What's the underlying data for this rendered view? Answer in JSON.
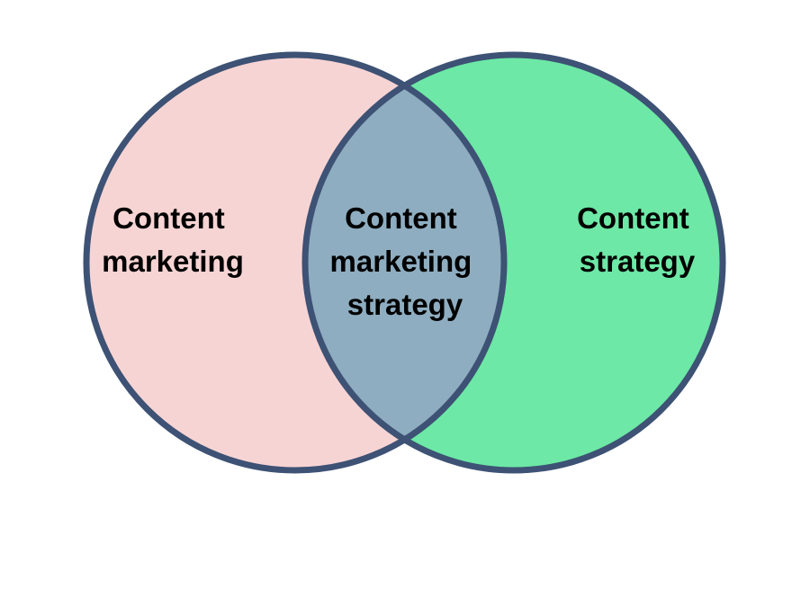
{
  "diagram": {
    "type": "venn",
    "colors": {
      "left_fill": "#f7d4d4",
      "right_fill": "#6de8a6",
      "overlap_fill": "#8eadc0",
      "stroke": "#3d5274",
      "background": "#ffffff"
    },
    "sets": [
      {
        "id": "left",
        "label_lines": [
          "Content",
          "marketing"
        ]
      },
      {
        "id": "right",
        "label_lines": [
          "Content",
          "strategy"
        ]
      }
    ],
    "overlap": {
      "label_lines": [
        "Content",
        "marketing",
        "strategy"
      ]
    }
  }
}
